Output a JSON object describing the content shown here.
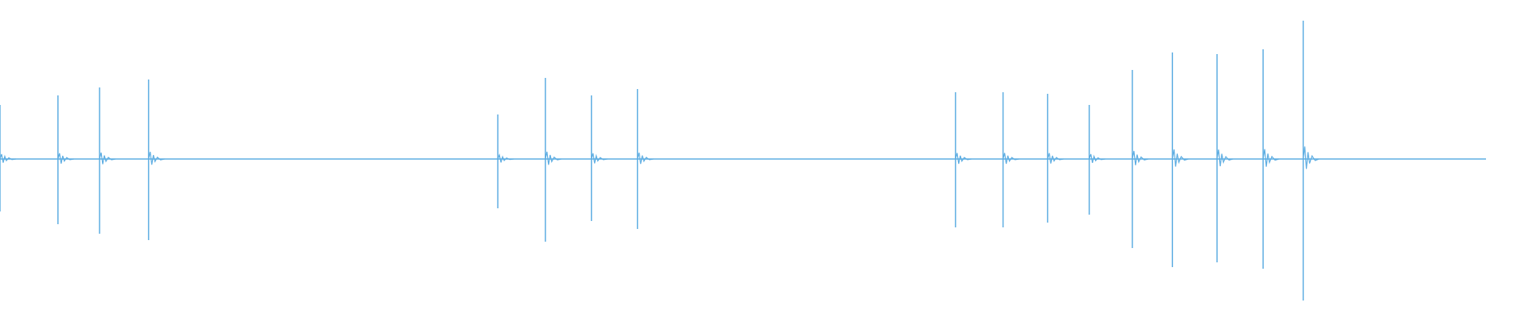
{
  "chart_data": {
    "type": "waveform",
    "title": "",
    "xlabel": "",
    "ylabel": "",
    "ylim": [
      -1,
      1
    ],
    "x_range": [
      0,
      1
    ],
    "grid": false,
    "legend": "none",
    "color": "#5dade2",
    "baseline": 0,
    "peaks": [
      {
        "t": 0.0,
        "up": 0.34,
        "down": 0.33
      },
      {
        "t": 0.039,
        "up": 0.4,
        "down": 0.41
      },
      {
        "t": 0.067,
        "up": 0.45,
        "down": 0.47
      },
      {
        "t": 0.1,
        "up": 0.5,
        "down": 0.51
      },
      {
        "t": 0.335,
        "up": 0.28,
        "down": 0.31
      },
      {
        "t": 0.367,
        "up": 0.51,
        "down": 0.52
      },
      {
        "t": 0.398,
        "up": 0.4,
        "down": 0.39
      },
      {
        "t": 0.429,
        "up": 0.44,
        "down": 0.44
      },
      {
        "t": 0.643,
        "up": 0.42,
        "down": 0.43
      },
      {
        "t": 0.675,
        "up": 0.42,
        "down": 0.43
      },
      {
        "t": 0.705,
        "up": 0.41,
        "down": 0.4
      },
      {
        "t": 0.733,
        "up": 0.34,
        "down": 0.35
      },
      {
        "t": 0.762,
        "up": 0.56,
        "down": 0.56
      },
      {
        "t": 0.789,
        "up": 0.67,
        "down": 0.68
      },
      {
        "t": 0.819,
        "up": 0.66,
        "down": 0.65
      },
      {
        "t": 0.85,
        "up": 0.69,
        "down": 0.69
      },
      {
        "t": 0.877,
        "up": 0.87,
        "down": 0.89
      }
    ]
  }
}
